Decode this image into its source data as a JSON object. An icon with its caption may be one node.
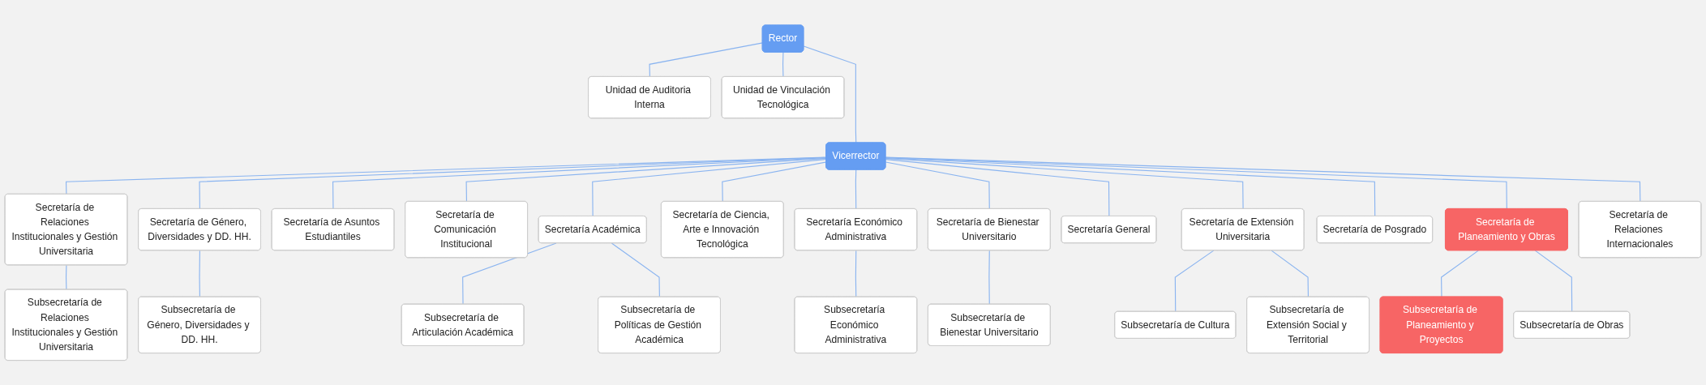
{
  "diagram": {
    "nodes": [
      {
        "text": [
          "Rector"
        ]
      },
      {
        "text": [
          "Unidad de Auditoria Interna"
        ]
      },
      {
        "text": [
          "Unidad de Vinculación Tecnológica"
        ]
      },
      {
        "text": [
          "Vicerrector"
        ]
      },
      {
        "text": [
          "Secretaría de Relaciones Institucionales y Gestión Universitaria"
        ]
      },
      {
        "text": [
          "Secretaría de Género, Diversidades y DD. HH."
        ]
      },
      {
        "text": [
          "Secretaría de Asuntos Estudiantiles"
        ]
      },
      {
        "text": [
          "Secretaría de Comunicación Institucional"
        ]
      },
      {
        "text": [
          "Secretaría Académica"
        ]
      },
      {
        "text": [
          "Secretaría de Ciencia, Arte e Innovación Tecnológica"
        ]
      },
      {
        "text": [
          "Secretaría Económico Administrativa"
        ]
      },
      {
        "text": [
          "Secretaría de Bienestar Universitario"
        ]
      },
      {
        "text": [
          "Secretaría General"
        ]
      },
      {
        "text": [
          "Secretaría de Extensión Universitaria"
        ]
      },
      {
        "text": [
          "Secretaría de Posgrado"
        ]
      },
      {
        "text": [
          "Secretaría de Planeamiento y Obras"
        ]
      },
      {
        "text": [
          "Secretaría de Relaciones Internacionales"
        ]
      },
      {
        "text": [
          "Subsecretaría de Relaciones Institucionales y Gestión Universitaria"
        ]
      },
      {
        "text": [
          "Subsecretaría de Género, Diversidades y DD. HH."
        ]
      },
      {
        "text": [
          "Subsecretaría de Articulación Académica"
        ]
      },
      {
        "text": [
          "Subsecretaría de Políticas de Gestión Académica"
        ]
      },
      {
        "text": [
          "Subsecretaría Económico Administrativa"
        ]
      },
      {
        "text": [
          "Subsecretaría de Bienestar Universitario"
        ]
      },
      {
        "text": [
          "Subsecretaría de Cultura"
        ]
      },
      {
        "text": [
          "Subsecretaría de Extensión Social y Territorial"
        ]
      },
      {
        "text": [
          "Subsecretaría de Planeamiento y Proyectos"
        ]
      },
      {
        "text": [
          "Subsecretaría de Obras"
        ]
      }
    ],
    "edges": [
      {
        "from": 0,
        "to": 1,
        "arrow": "none"
      },
      {
        "from": 0,
        "to": 2,
        "arrow": "none"
      },
      {
        "from": 0,
        "to": 3,
        "arrow": "none"
      },
      {
        "from": 3,
        "to": 4,
        "arrow": "none"
      },
      {
        "from": 3,
        "to": 5,
        "arrow": "none"
      },
      {
        "from": 3,
        "to": 6,
        "arrow": "none"
      },
      {
        "from": 3,
        "to": 7,
        "arrow": "none"
      },
      {
        "from": 3,
        "to": 8,
        "arrow": "none"
      },
      {
        "from": 3,
        "to": 9,
        "arrow": "none"
      },
      {
        "from": 3,
        "to": 10,
        "arrow": "none"
      },
      {
        "from": 3,
        "to": 11,
        "arrow": "none"
      },
      {
        "from": 3,
        "to": 12,
        "arrow": "none"
      },
      {
        "from": 3,
        "to": 13,
        "arrow": "none"
      },
      {
        "from": 3,
        "to": 14,
        "arrow": "none"
      },
      {
        "from": 3,
        "to": 15,
        "arrow": "none"
      },
      {
        "from": 3,
        "to": 16,
        "arrow": "none"
      },
      {
        "from": 4,
        "to": 17,
        "arrow": "none"
      },
      {
        "from": 5,
        "to": 18,
        "arrow": "none"
      },
      {
        "from": 8,
        "to": 19,
        "arrow": "none"
      },
      {
        "from": 8,
        "to": 20,
        "arrow": "none"
      },
      {
        "from": 10,
        "to": 21,
        "arrow": "none"
      },
      {
        "from": 11,
        "to": 22,
        "arrow": "none"
      },
      {
        "from": 13,
        "to": 23,
        "arrow": "none"
      },
      {
        "from": 13,
        "to": 24,
        "arrow": "none"
      },
      {
        "from": 15,
        "to": 25,
        "arrow": "none"
      },
      {
        "from": 15,
        "to": 26,
        "arrow": "none"
      }
    ]
  }
}
